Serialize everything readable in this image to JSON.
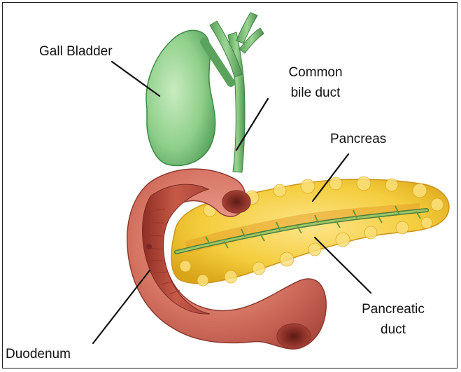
{
  "labels": {
    "gall_bladder": "Gall Bladder",
    "common_bile_duct_line1": "Common",
    "common_bile_duct_line2": "bile duct",
    "pancreas": "Pancreas",
    "pancreatic_duct_line1": "Pancreatic",
    "pancreatic_duct_line2": "duct",
    "duodenum": "Duodenum"
  },
  "colors": {
    "gall_bladder": "#8fcf8a",
    "bile_duct": "#6db86e",
    "duodenum": "#c9614f",
    "duodenum_inner": "#b3473a",
    "pancreas": "#f2cc3a",
    "pancreatic_duct": "#7fa84e",
    "leader_line": "#111111"
  }
}
